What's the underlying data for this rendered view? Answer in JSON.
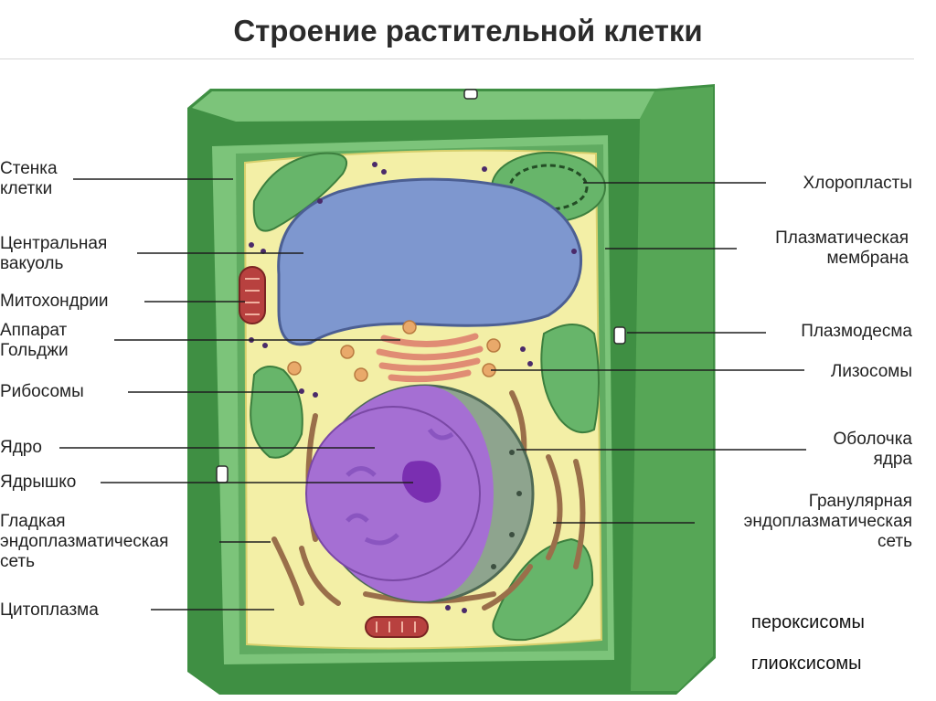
{
  "title": "Строение растительной клетки",
  "colors": {
    "wall_dark": "#3f8f43",
    "wall_light": "#7cc47a",
    "cytoplasm": "#f3efa6",
    "vacuole": "#7e97cf",
    "nucleus": "#a56fd3",
    "chloroplast": "#67b56a",
    "mitochondria": "#b8413f",
    "golgi": "#e9a38c",
    "ribosome": "#4a2a6a"
  },
  "labels": {
    "cell_wall": "Стенка\nклетки",
    "central_vacuole": "Центральная\nвакуоль",
    "mitochondria": "Митохондрии",
    "golgi": "Аппарат\nГольджи",
    "ribosomes": "Рибосомы",
    "nucleus": "Ядро",
    "nucleolus": "Ядрышко",
    "smooth_er": "Гладкая\nэндоплазматическая\nсеть",
    "cytoplasm": "Цитоплазма",
    "chloroplasts": "Хлоропласты",
    "plasma_membrane": "Плазматическая\nмембрана",
    "plasmodesma": "Плазмодесма",
    "lysosomes": "Лизосомы",
    "nuclear_envelope": "Оболочка\nядра",
    "rough_er": "Гранулярная\nэндоплазматическая\nсеть"
  },
  "extra": {
    "peroxisomes": "пероксисомы",
    "glyoxysomes": "глиоксисомы"
  }
}
